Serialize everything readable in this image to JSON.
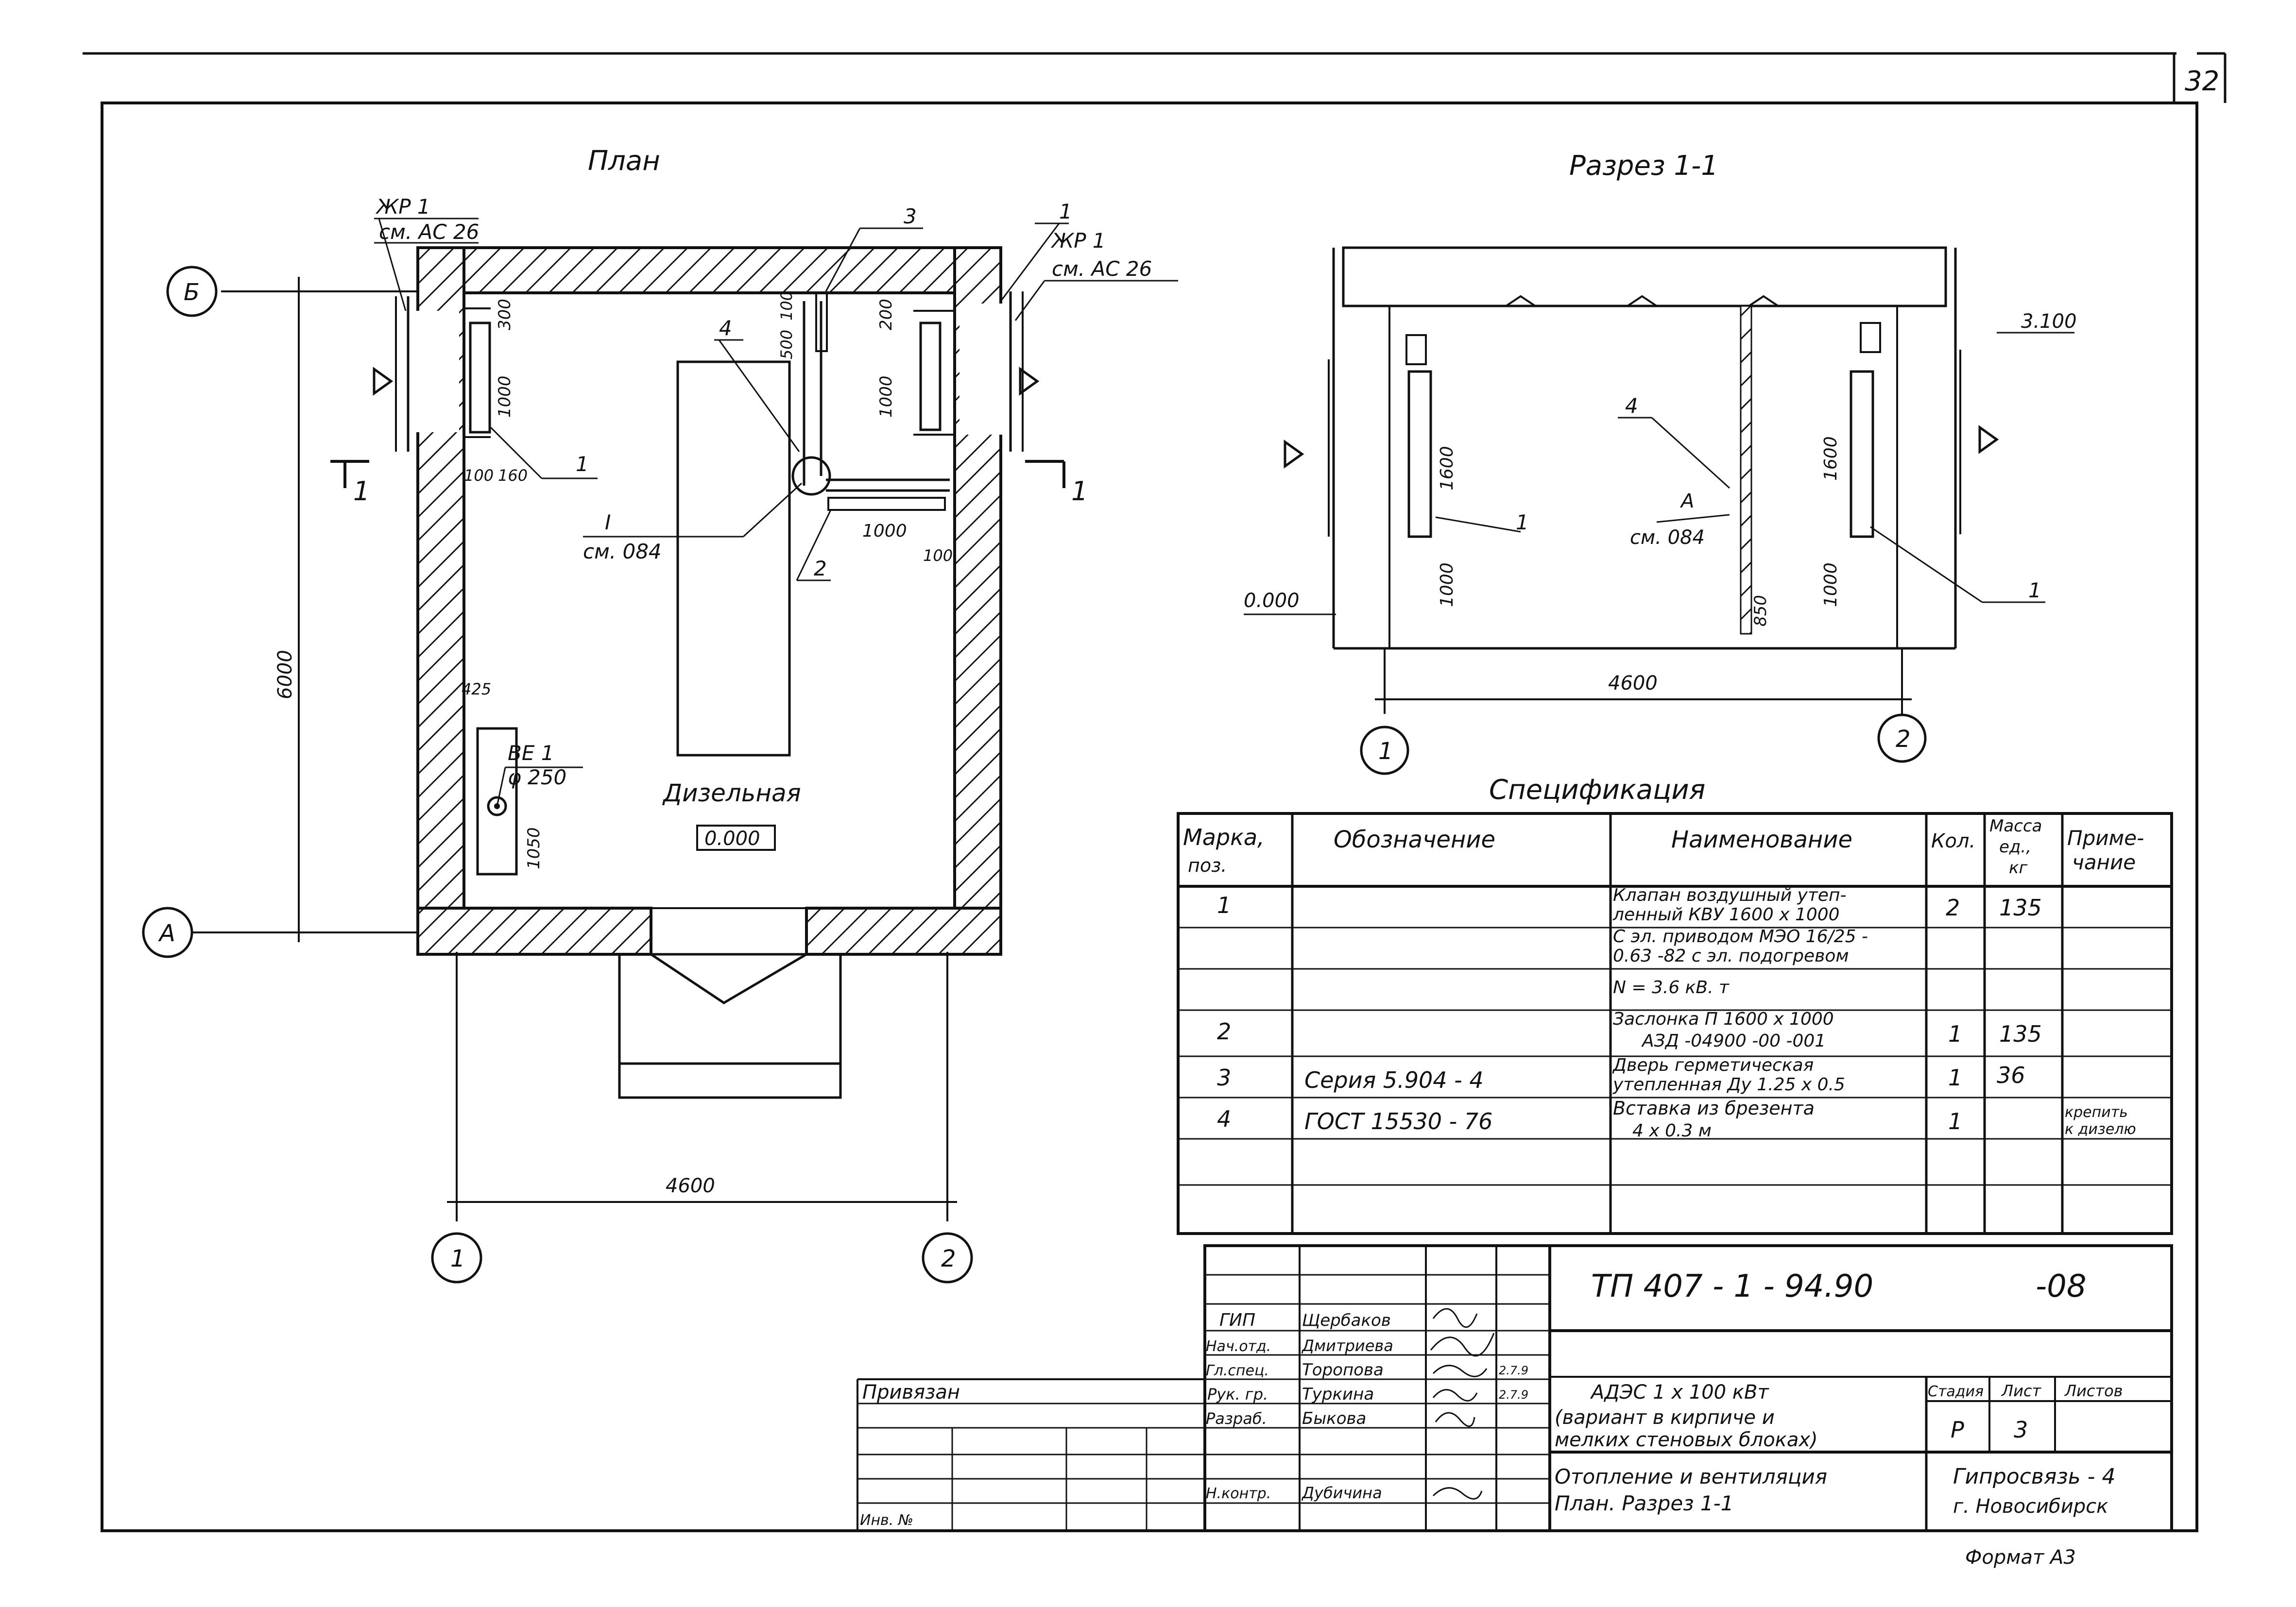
{
  "sheet_number": "32",
  "plan": {
    "title": "План",
    "axis_b": "Б",
    "axis_a": "А",
    "axis_1": "1",
    "axis_2": "2",
    "room_name": "Дизельная",
    "room_level": "0.000",
    "grille_left": [
      "ЖР 1",
      "см. АС 26"
    ],
    "grille_right": [
      "ЖР 1",
      "см. АС 26"
    ],
    "exhaust": [
      "ВЕ 1",
      "φ 250"
    ],
    "node_ref": [
      "I",
      "см. 084"
    ],
    "callouts": [
      "1",
      "1",
      "2",
      "3",
      "4"
    ],
    "section_mark_left": "1",
    "section_mark_right": "1",
    "dims": {
      "total_height": "6000",
      "total_width": "4600",
      "left_valve_top": "300",
      "left_valve_len": "1000",
      "left_valve_a": "100",
      "left_valve_b": "160",
      "right_valve_top": "200",
      "right_valve_len": "1000",
      "duct_a": "500",
      "duct_b": "100",
      "damper_len": "1000",
      "damper_off": "100",
      "exh_off": "425",
      "exh_h": "1050"
    }
  },
  "section": {
    "title": "Разрез 1-1",
    "level_top": "3.100",
    "level_floor": "0.000",
    "dims": {
      "left_valve": "1600",
      "left_sill": "1000",
      "right_valve": "1600",
      "right_sill": "1000",
      "insert_h": "850",
      "width": "4600"
    },
    "node_ref": [
      "А",
      "см. 084"
    ],
    "callouts": [
      "4",
      "1",
      "1"
    ],
    "axis_1": "1",
    "axis_2": "2"
  },
  "spec": {
    "title": "Спецификация",
    "headers": {
      "mark": [
        "Марка,",
        "поз."
      ],
      "designation": "Обозначение",
      "name": "Наименование",
      "qty": "Кол.",
      "mass": [
        "Масса",
        "ед.,",
        "кг"
      ],
      "note": [
        "Приме-",
        "чание"
      ]
    },
    "rows": [
      {
        "mark": "1",
        "designation": "",
        "name": [
          "Клапан воздушный утеп-",
          "ленный КВУ 1600 x 1000"
        ],
        "qty": "2",
        "mass": "135",
        "note": ""
      },
      {
        "mark": "",
        "designation": "",
        "name": [
          "С эл. приводом МЭО 16/25 -",
          "0.63 -82 с эл. подогревом"
        ],
        "qty": "",
        "mass": "",
        "note": ""
      },
      {
        "mark": "",
        "designation": "",
        "name": [
          "N = 3.6 кВ. т"
        ],
        "qty": "",
        "mass": "",
        "note": ""
      },
      {
        "mark": "2",
        "designation": "",
        "name": [
          "Заслонка П 1600 x 1000",
          "АЗД -04900 -00 -001"
        ],
        "qty": "1",
        "mass": "135",
        "note": ""
      },
      {
        "mark": "3",
        "designation": "Серия 5.904 - 4",
        "name": [
          "Дверь герметическая",
          "утепленная Ду 1.25 x 0.5"
        ],
        "qty": "1",
        "mass": "36",
        "note": ""
      },
      {
        "mark": "4",
        "designation": "ГОСТ 15530 - 76",
        "name": [
          "Вставка из брезента",
          "4 x 0.3 м"
        ],
        "qty": "1",
        "mass": "",
        "note": [
          "крепить",
          "к дизелю"
        ]
      }
    ]
  },
  "title_block": {
    "doc_code": "ТП 407 - 1 - 94.90",
    "doc_suffix": "-08",
    "tied": "Привязан",
    "roles": [
      "ГИП",
      "Нач.отд.",
      "Гл.спец.",
      "Рук. гр.",
      "Разраб.",
      "Н.контр."
    ],
    "names": [
      "Щербаков",
      "Дмитриева",
      "Торопова",
      "Туркина",
      "Быкова",
      "Дубичина"
    ],
    "dates": [
      "2.7.9",
      "2.7.9"
    ],
    "inv": "Инв. №",
    "object_name": [
      "АДЭС 1 x 100 кВт",
      "(вариант в кирпиче и",
      "мелких стеновых блоках)"
    ],
    "sheet_title": [
      "Отопление и вентиляция",
      "План. Разрез 1-1"
    ],
    "stage_header": "Стадия",
    "sheet_header": "Лист",
    "sheets_header": "Листов",
    "stage": "Р",
    "sheet": "3",
    "org": [
      "Гипросвязь - 4",
      "г. Новосибирск"
    ],
    "format": "Формат А3"
  }
}
